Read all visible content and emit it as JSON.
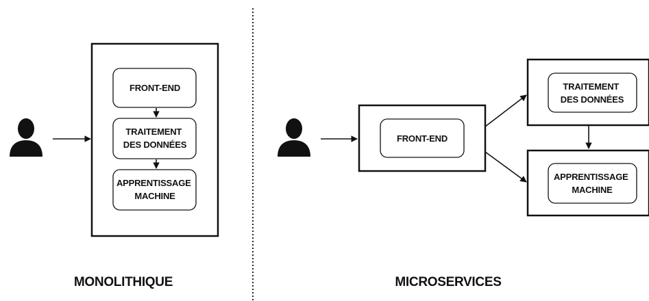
{
  "diagram": {
    "colors": {
      "ink": "#111111",
      "background": "#ffffff"
    },
    "monolith": {
      "caption": "MONOLITHIQUE",
      "user_icon": "user-icon",
      "front_end": [
        "FRONT-END"
      ],
      "data_processing": [
        "TRAITEMENT",
        "DES DONNÉES"
      ],
      "machine_learning": [
        "APPRENTISSAGE",
        "MACHINE"
      ]
    },
    "microservices": {
      "caption": "MICROSERVICES",
      "user_icon": "user-icon",
      "front_end": [
        "FRONT-END"
      ],
      "data_processing": [
        "TRAITEMENT",
        "DES DONNÉES"
      ],
      "machine_learning": [
        "APPRENTISSAGE",
        "MACHINE"
      ]
    }
  }
}
